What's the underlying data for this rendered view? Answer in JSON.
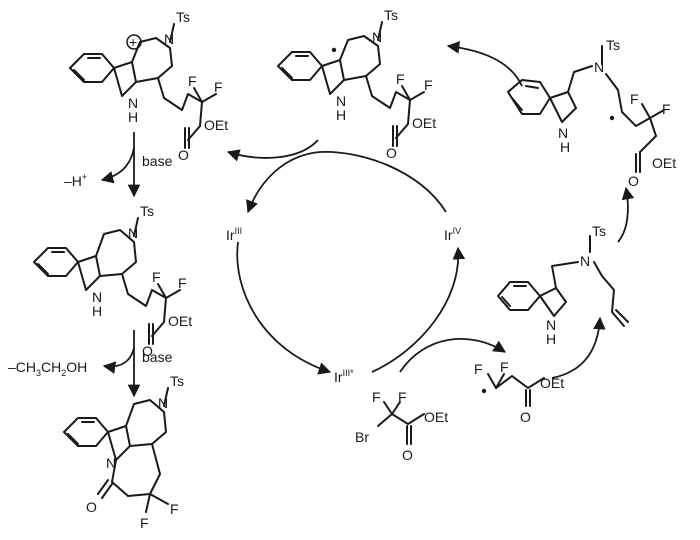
{
  "labels": {
    "ts": "Ts",
    "nitrogen": "N",
    "nh_h": "H",
    "fluorine": "F",
    "ester_oxygen": "O",
    "ethyl_ester": "OEt",
    "bromine": "Br",
    "plus_sign": "+"
  },
  "steps": {
    "deprotonation_reagent": "base",
    "deprotonation_loss": "–H",
    "deprotonation_loss_charge": "+",
    "lactamization_reagent": "base",
    "lactamization_loss_a": "–CH",
    "lactamization_loss_sub3": "3",
    "lactamization_loss_b": "CH",
    "lactamization_loss_sub2": "2",
    "lactamization_loss_c": "OH"
  },
  "catalyst": {
    "metal": "Ir",
    "state_ground": "III",
    "state_excited": "III*",
    "state_oxidized": "IV"
  }
}
